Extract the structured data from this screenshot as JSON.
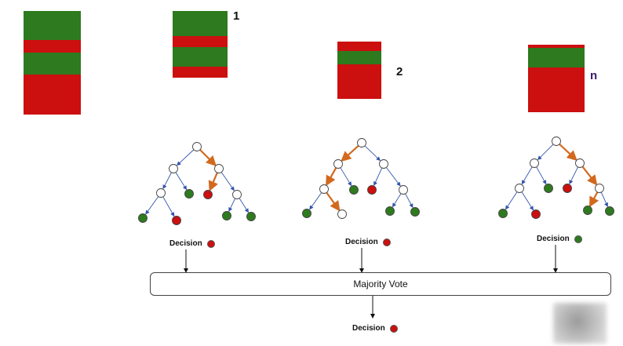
{
  "dataset_blocks": [
    {
      "id": "original",
      "label": "",
      "label_color": "#111111",
      "segments": [
        [
          "green",
          0.28
        ],
        [
          "red",
          0.12
        ],
        [
          "green",
          0.21
        ],
        [
          "red",
          0.39
        ]
      ]
    },
    {
      "id": "sample-1",
      "label": "1",
      "label_color": "#111111",
      "segments": [
        [
          "green",
          0.38
        ],
        [
          "red",
          0.16
        ],
        [
          "green",
          0.29
        ],
        [
          "red",
          0.17
        ]
      ]
    },
    {
      "id": "sample-2",
      "label": "2",
      "label_color": "#111111",
      "segments": [
        [
          "red",
          0.16
        ],
        [
          "green",
          0.24
        ],
        [
          "red",
          0.6
        ]
      ]
    },
    {
      "id": "sample-n",
      "label": "n",
      "label_color": "#3a1a6e",
      "segments": [
        [
          "red",
          0.05
        ],
        [
          "green",
          0.29
        ],
        [
          "red",
          0.66
        ]
      ]
    }
  ],
  "decisions": [
    {
      "label": "Decision",
      "color": "red"
    },
    {
      "label": "Decision",
      "color": "red"
    },
    {
      "label": "Decision",
      "color": "green"
    }
  ],
  "majority_vote": {
    "label": "Majority Vote"
  },
  "final_decision": {
    "label": "Decision",
    "color": "red"
  },
  "colors": {
    "green": "#2e7a1e",
    "red": "#cc0f0f",
    "path": "#d2691e",
    "edge": "#3355aa",
    "white_node": "#ffffff"
  }
}
